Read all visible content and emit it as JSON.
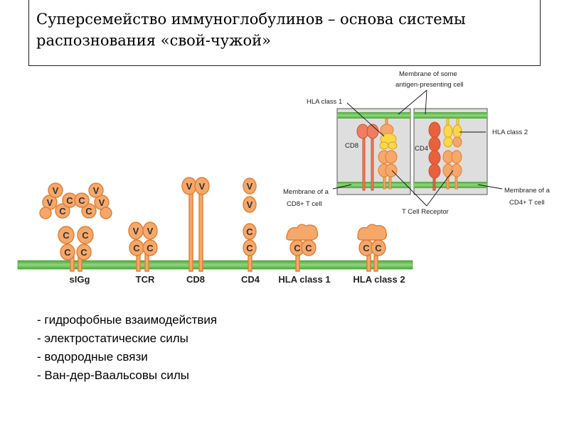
{
  "title": {
    "line1": "Суперсемейство иммуноглобулинов – основа системы",
    "line2": "распознования «свой-чужой»"
  },
  "molecules": {
    "sigg": {
      "label": "sIGg",
      "v": "V",
      "c": "C"
    },
    "tcr": {
      "label": "TCR",
      "v": "V",
      "c": "C"
    },
    "cd8": {
      "label": "CD8",
      "v": "V"
    },
    "cd4": {
      "label": "CD4",
      "v": "V",
      "c": "C"
    },
    "hla1": {
      "label": "HLA class 1",
      "c": "C"
    },
    "hla2": {
      "label": "HLA class 2",
      "c": "C"
    }
  },
  "inset": {
    "membrane_apc_line1": "Membrane of some",
    "membrane_apc_line2": "antigen-presenting cell",
    "hla_class_1": "HLA class 1",
    "hla_class_2": "HLA class 2",
    "cd8": "CD8",
    "cd4": "CD4",
    "membrane_cd8_line1": "Membrane of a",
    "membrane_cd8_line2": "CD8+ T cell",
    "membrane_cd4_line1": "Membrane of a",
    "membrane_cd4_line2": "CD4+ T cell",
    "tcell_receptor": "T Cell Receptor"
  },
  "forces": [
    "- гидрофобные взаимодействия",
    "- электростатические силы",
    "- водородные связи",
    "- Ван-дер-Ваальсовы силы"
  ],
  "colors": {
    "domain_fill": "#f5a86a",
    "domain_stroke": "#e07d33",
    "membrane": "#6cbf56",
    "peptide": "#ffd64a",
    "cd8_inset": "#ef7d5e",
    "cd4_inset": "#e8603c"
  }
}
